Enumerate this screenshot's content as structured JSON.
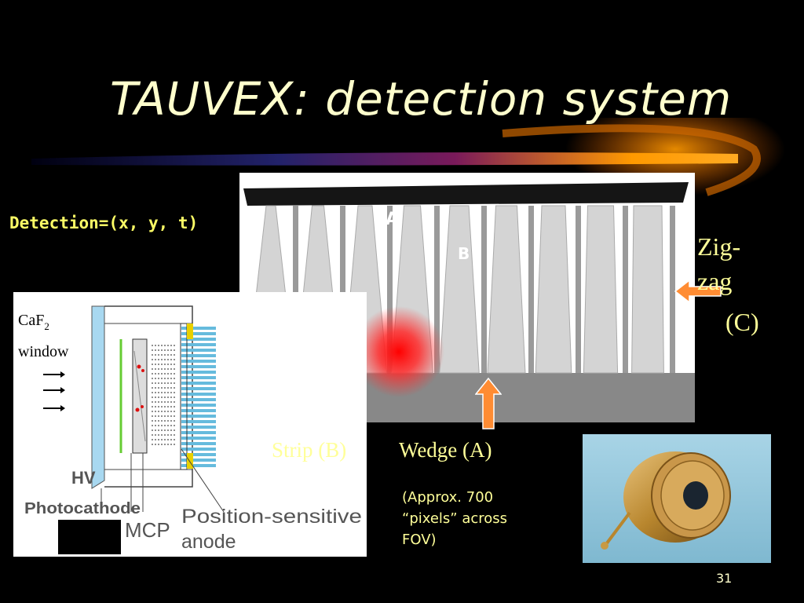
{
  "slide": {
    "title": "TAUVEX: detection system",
    "detection_label": "Detection=(x, y, t)",
    "anode_labels": {
      "a": "A",
      "b": "B",
      "c": "C"
    },
    "zigzag_line1": "Zig-",
    "zigzag_line2": "zag",
    "zigzag_c": "(C)",
    "strip_label": "Strip (B)",
    "wedge_label": "Wedge (A)",
    "approx_note": "(Approx. 700 “pixels” across FOV)",
    "page_number": "31",
    "schematic": {
      "window_label_caf": "CaF",
      "window_label_sub": "2",
      "window_label_2": "window",
      "hv": "HV",
      "photocathode": "Photocathode",
      "mcp": "MCP",
      "anode_line1": "Position-sensitive",
      "anode_line2": "anode"
    }
  },
  "colors": {
    "background": "#000000",
    "title_text": "#ffffcc",
    "accent_yellow": "#ffff66",
    "arrow_orange": "#ff8c33",
    "swoosh_blue": "#1a1a66",
    "swoosh_orange": "#ff9900"
  }
}
